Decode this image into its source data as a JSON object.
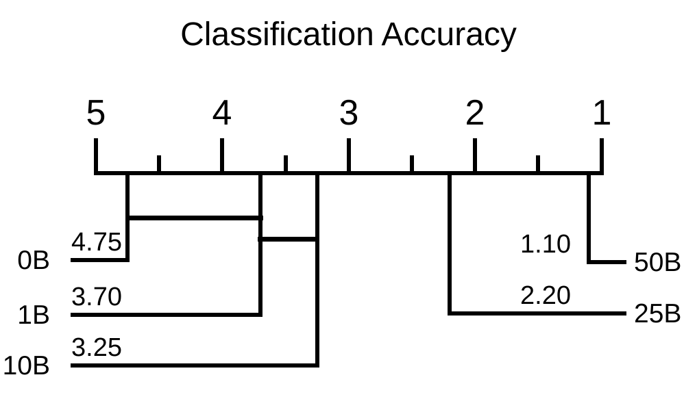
{
  "title": "Classification Accuracy",
  "colors": {
    "foreground": "#000000",
    "background": "#ffffff"
  },
  "chart_data": {
    "type": "critical-difference-diagram",
    "title": "Classification Accuracy",
    "description": "Average-rank critical difference diagram; lower rank (right side) is better; horizontal clique bars join methods with no significant difference",
    "axis": {
      "min_rank": 1,
      "max_rank": 5,
      "direction": "rank-1-on-right",
      "major_ticks": [
        {
          "value": 5,
          "label": "5"
        },
        {
          "value": 4,
          "label": "4"
        },
        {
          "value": 3,
          "label": "3"
        },
        {
          "value": 2,
          "label": "2"
        },
        {
          "value": 1,
          "label": "1"
        }
      ],
      "minor_ticks": [
        4.5,
        3.5,
        2.5,
        1.5
      ]
    },
    "methods": [
      {
        "name": "0B",
        "rank": 4.75,
        "value_label": "4.75",
        "side": "left"
      },
      {
        "name": "1B",
        "rank": 3.7,
        "value_label": "3.70",
        "side": "left"
      },
      {
        "name": "10B",
        "rank": 3.25,
        "value_label": "3.25",
        "side": "left"
      },
      {
        "name": "50B",
        "rank": 1.1,
        "value_label": "1.10",
        "side": "right"
      },
      {
        "name": "25B",
        "rank": 2.2,
        "value_label": "2.20",
        "side": "right"
      }
    ],
    "cliques": [
      {
        "members": [
          "0B",
          "1B"
        ]
      },
      {
        "members": [
          "1B",
          "10B"
        ]
      }
    ]
  }
}
